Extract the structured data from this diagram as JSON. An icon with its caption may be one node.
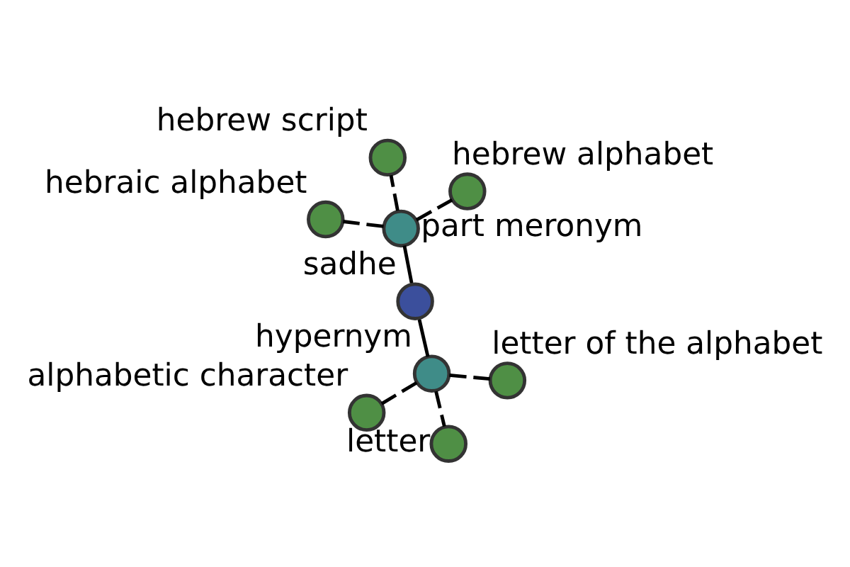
{
  "diagram": {
    "nodes": [
      {
        "text": [
          "sadhe"
        ]
      },
      {
        "text": [
          "part meronym"
        ]
      },
      {
        "text": [
          "hypernym"
        ]
      },
      {
        "text": [
          "hebrew script"
        ]
      },
      {
        "text": [
          "hebrew alphabet"
        ]
      },
      {
        "text": [
          "hebraic alphabet"
        ]
      },
      {
        "text": [
          "alphabetic character"
        ]
      },
      {
        "text": [
          "letter"
        ]
      },
      {
        "text": [
          "letter of the alphabet"
        ]
      }
    ],
    "edges": [
      {
        "from": 0,
        "to": 1,
        "arrow": "none"
      },
      {
        "from": 0,
        "to": 2,
        "arrow": "none"
      },
      {
        "from": 1,
        "to": 3,
        "arrow": "none",
        "style": "dashed"
      },
      {
        "from": 1,
        "to": 4,
        "arrow": "none",
        "style": "dashed"
      },
      {
        "from": 1,
        "to": 5,
        "arrow": "none",
        "style": "dashed"
      },
      {
        "from": 2,
        "to": 6,
        "arrow": "none",
        "style": "dashed"
      },
      {
        "from": 2,
        "to": 7,
        "arrow": "none",
        "style": "dashed"
      },
      {
        "from": 2,
        "to": 8,
        "arrow": "none",
        "style": "dashed"
      }
    ]
  }
}
